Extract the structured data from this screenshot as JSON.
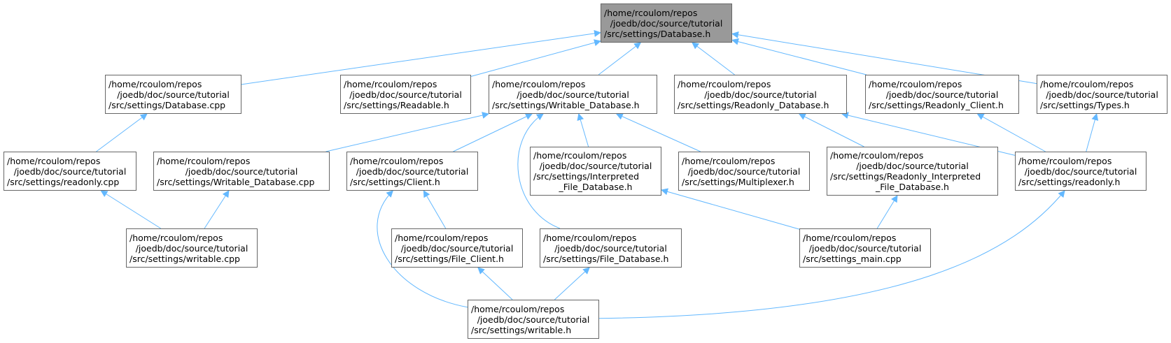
{
  "colors": {
    "edge": "#63b8ff",
    "root_fill": "#999999",
    "node_border": "#666666"
  },
  "nodes": [
    {
      "id": "database_h",
      "lines": [
        "/home/rcoulom/repos",
        "/joedb/doc/source/tutorial",
        "/src/settings/Database.h"
      ]
    },
    {
      "id": "database_cpp",
      "lines": [
        "/home/rcoulom/repos",
        "/joedb/doc/source/tutorial",
        "/src/settings/Database.cpp"
      ]
    },
    {
      "id": "readable_h",
      "lines": [
        "/home/rcoulom/repos",
        "/joedb/doc/source/tutorial",
        "/src/settings/Readable.h"
      ]
    },
    {
      "id": "writable_database_h",
      "lines": [
        "/home/rcoulom/repos",
        "/joedb/doc/source/tutorial",
        "/src/settings/Writable_Database.h"
      ]
    },
    {
      "id": "readonly_database_h",
      "lines": [
        "/home/rcoulom/repos",
        "/joedb/doc/source/tutorial",
        "/src/settings/Readonly_Database.h"
      ]
    },
    {
      "id": "readonly_client_h",
      "lines": [
        "/home/rcoulom/repos",
        "/joedb/doc/source/tutorial",
        "/src/settings/Readonly_Client.h"
      ]
    },
    {
      "id": "types_h",
      "lines": [
        "/home/rcoulom/repos",
        "/joedb/doc/source/tutorial",
        "/src/settings/Types.h"
      ]
    },
    {
      "id": "readonly_cpp",
      "lines": [
        "/home/rcoulom/repos",
        "/joedb/doc/source/tutorial",
        "/src/settings/readonly.cpp"
      ]
    },
    {
      "id": "writable_database_cpp",
      "lines": [
        "/home/rcoulom/repos",
        "/joedb/doc/source/tutorial",
        "/src/settings/Writable_Database.cpp"
      ]
    },
    {
      "id": "client_h",
      "lines": [
        "/home/rcoulom/repos",
        "/joedb/doc/source/tutorial",
        "/src/settings/Client.h"
      ]
    },
    {
      "id": "interpreted_file_database_h",
      "lines": [
        "/home/rcoulom/repos",
        "/joedb/doc/source/tutorial",
        "/src/settings/Interpreted",
        "_File_Database.h"
      ]
    },
    {
      "id": "multiplexer_h",
      "lines": [
        "/home/rcoulom/repos",
        "/joedb/doc/source/tutorial",
        "/src/settings/Multiplexer.h"
      ]
    },
    {
      "id": "readonly_interpreted_file_database_h",
      "lines": [
        "/home/rcoulom/repos",
        "/joedb/doc/source/tutorial",
        "/src/settings/Readonly_Interpreted",
        "_File_Database.h"
      ]
    },
    {
      "id": "readonly_h",
      "lines": [
        "/home/rcoulom/repos",
        "/joedb/doc/source/tutorial",
        "/src/settings/readonly.h"
      ]
    },
    {
      "id": "writable_cpp",
      "lines": [
        "/home/rcoulom/repos",
        "/joedb/doc/source/tutorial",
        "/src/settings/writable.cpp"
      ]
    },
    {
      "id": "file_client_h",
      "lines": [
        "/home/rcoulom/repos",
        "/joedb/doc/source/tutorial",
        "/src/settings/File_Client.h"
      ]
    },
    {
      "id": "file_database_h",
      "lines": [
        "/home/rcoulom/repos",
        "/joedb/doc/source/tutorial",
        "/src/settings/File_Database.h"
      ]
    },
    {
      "id": "settings_main_cpp",
      "lines": [
        "/home/rcoulom/repos",
        "/joedb/doc/source/tutorial",
        "/src/settings_main.cpp"
      ]
    },
    {
      "id": "writable_h",
      "lines": [
        "/home/rcoulom/repos",
        "/joedb/doc/source/tutorial",
        "/src/settings/writable.h"
      ]
    }
  ],
  "edges": [
    {
      "from": "database_cpp",
      "to": "database_h"
    },
    {
      "from": "readable_h",
      "to": "database_h"
    },
    {
      "from": "writable_database_h",
      "to": "database_h"
    },
    {
      "from": "readonly_database_h",
      "to": "database_h"
    },
    {
      "from": "readonly_client_h",
      "to": "database_h"
    },
    {
      "from": "types_h",
      "to": "database_h"
    },
    {
      "from": "readonly_cpp",
      "to": "database_cpp"
    },
    {
      "from": "writable_database_cpp",
      "to": "writable_database_h"
    },
    {
      "from": "client_h",
      "to": "writable_database_h"
    },
    {
      "from": "file_database_h",
      "to": "writable_database_h"
    },
    {
      "from": "interpreted_file_database_h",
      "to": "writable_database_h"
    },
    {
      "from": "multiplexer_h",
      "to": "writable_database_h"
    },
    {
      "from": "readonly_interpreted_file_database_h",
      "to": "readonly_database_h"
    },
    {
      "from": "readonly_h",
      "to": "readonly_database_h"
    },
    {
      "from": "readonly_h",
      "to": "readonly_client_h"
    },
    {
      "from": "readonly_h",
      "to": "types_h"
    },
    {
      "from": "writable_cpp",
      "to": "readonly_cpp"
    },
    {
      "from": "writable_cpp",
      "to": "writable_database_cpp"
    },
    {
      "from": "file_client_h",
      "to": "client_h"
    },
    {
      "from": "writable_h",
      "to": "client_h"
    },
    {
      "from": "settings_main_cpp",
      "to": "interpreted_file_database_h"
    },
    {
      "from": "settings_main_cpp",
      "to": "readonly_interpreted_file_database_h"
    },
    {
      "from": "writable_h",
      "to": "file_client_h"
    },
    {
      "from": "writable_h",
      "to": "file_database_h"
    },
    {
      "from": "writable_h",
      "to": "readonly_h"
    }
  ]
}
